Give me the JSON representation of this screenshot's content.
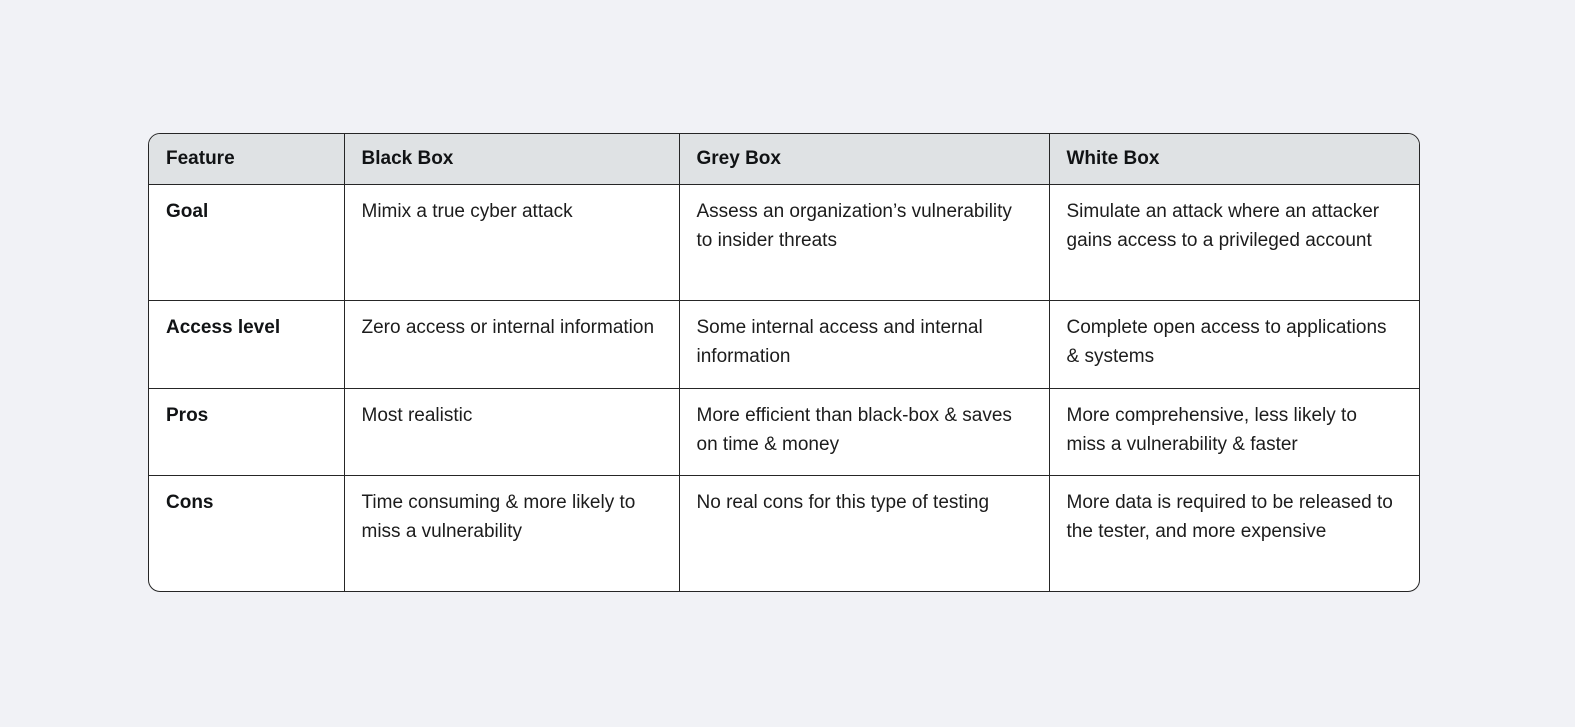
{
  "page": {
    "background_color": "#f1f2f6"
  },
  "table": {
    "header_bg_color": "#dfe2e4",
    "border_color": "#262626",
    "text_color": "#1c1c1c",
    "columns": [
      "Feature",
      "Black Box",
      "Grey Box",
      "White Box"
    ],
    "rows": [
      {
        "cells": [
          "Goal",
          "Mimix a true cyber attack",
          "Assess an organization’s vulnerability to insider threats",
          "Simulate an attack where an attacker gains access to a privileged account"
        ]
      },
      {
        "cells": [
          "Access level",
          "Zero access or internal information",
          "Some internal access and internal information",
          "Complete open access to applications & systems"
        ]
      },
      {
        "cells": [
          "Pros",
          "Most realistic",
          "More efficient than black-box & saves on time & money",
          "More comprehensive, less likely to miss a vulnerability & faster"
        ]
      },
      {
        "cells": [
          "Cons",
          "Time consuming & more likely to miss a vulnerability",
          "No real cons for this type of testing",
          "More data is required to be released to the tester, and more expensive"
        ]
      }
    ]
  }
}
